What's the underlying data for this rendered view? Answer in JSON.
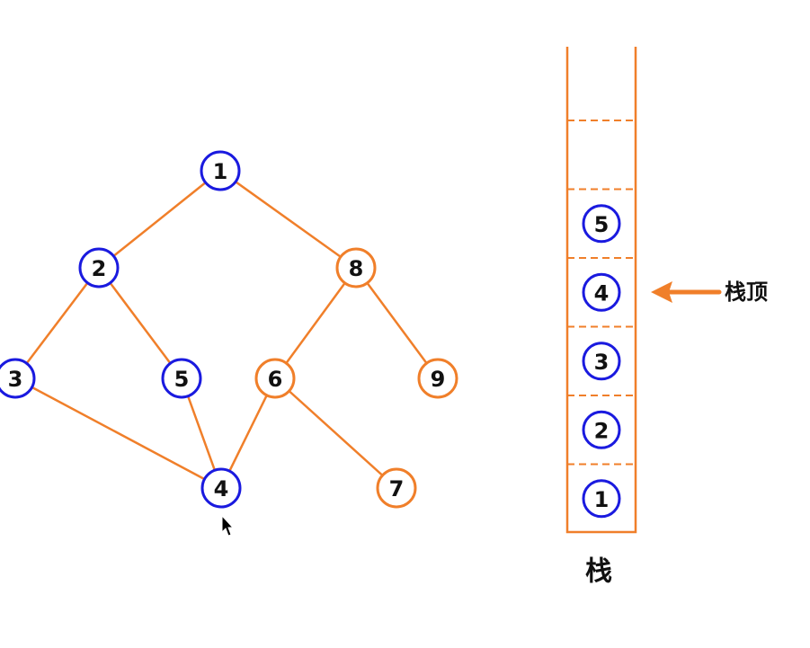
{
  "colors": {
    "visited": "#1a1adf",
    "unvisited": "#f07f2a",
    "edge": "#f07f2a",
    "stack": "#f07f2a",
    "text": "#111111"
  },
  "graph": {
    "nodes": [
      {
        "id": "1",
        "label": "1",
        "state": "visited"
      },
      {
        "id": "2",
        "label": "2",
        "state": "visited"
      },
      {
        "id": "8",
        "label": "8",
        "state": "unvisited"
      },
      {
        "id": "3",
        "label": "3",
        "state": "visited"
      },
      {
        "id": "5",
        "label": "5",
        "state": "visited"
      },
      {
        "id": "6",
        "label": "6",
        "state": "unvisited"
      },
      {
        "id": "9",
        "label": "9",
        "state": "unvisited"
      },
      {
        "id": "4",
        "label": "4",
        "state": "visited"
      },
      {
        "id": "7",
        "label": "7",
        "state": "unvisited"
      }
    ],
    "edges": [
      [
        "1",
        "2"
      ],
      [
        "1",
        "8"
      ],
      [
        "2",
        "3"
      ],
      [
        "2",
        "5"
      ],
      [
        "8",
        "6"
      ],
      [
        "8",
        "9"
      ],
      [
        "3",
        "4"
      ],
      [
        "5",
        "4"
      ],
      [
        "6",
        "4"
      ],
      [
        "6",
        "7"
      ]
    ]
  },
  "stack": {
    "label": "栈",
    "top_label": "栈顶",
    "slot_count": 7,
    "items_bottom_to_top": [
      "1",
      "2",
      "3",
      "4",
      "5"
    ]
  },
  "cursor": {
    "icon": "mouse-pointer-icon"
  }
}
